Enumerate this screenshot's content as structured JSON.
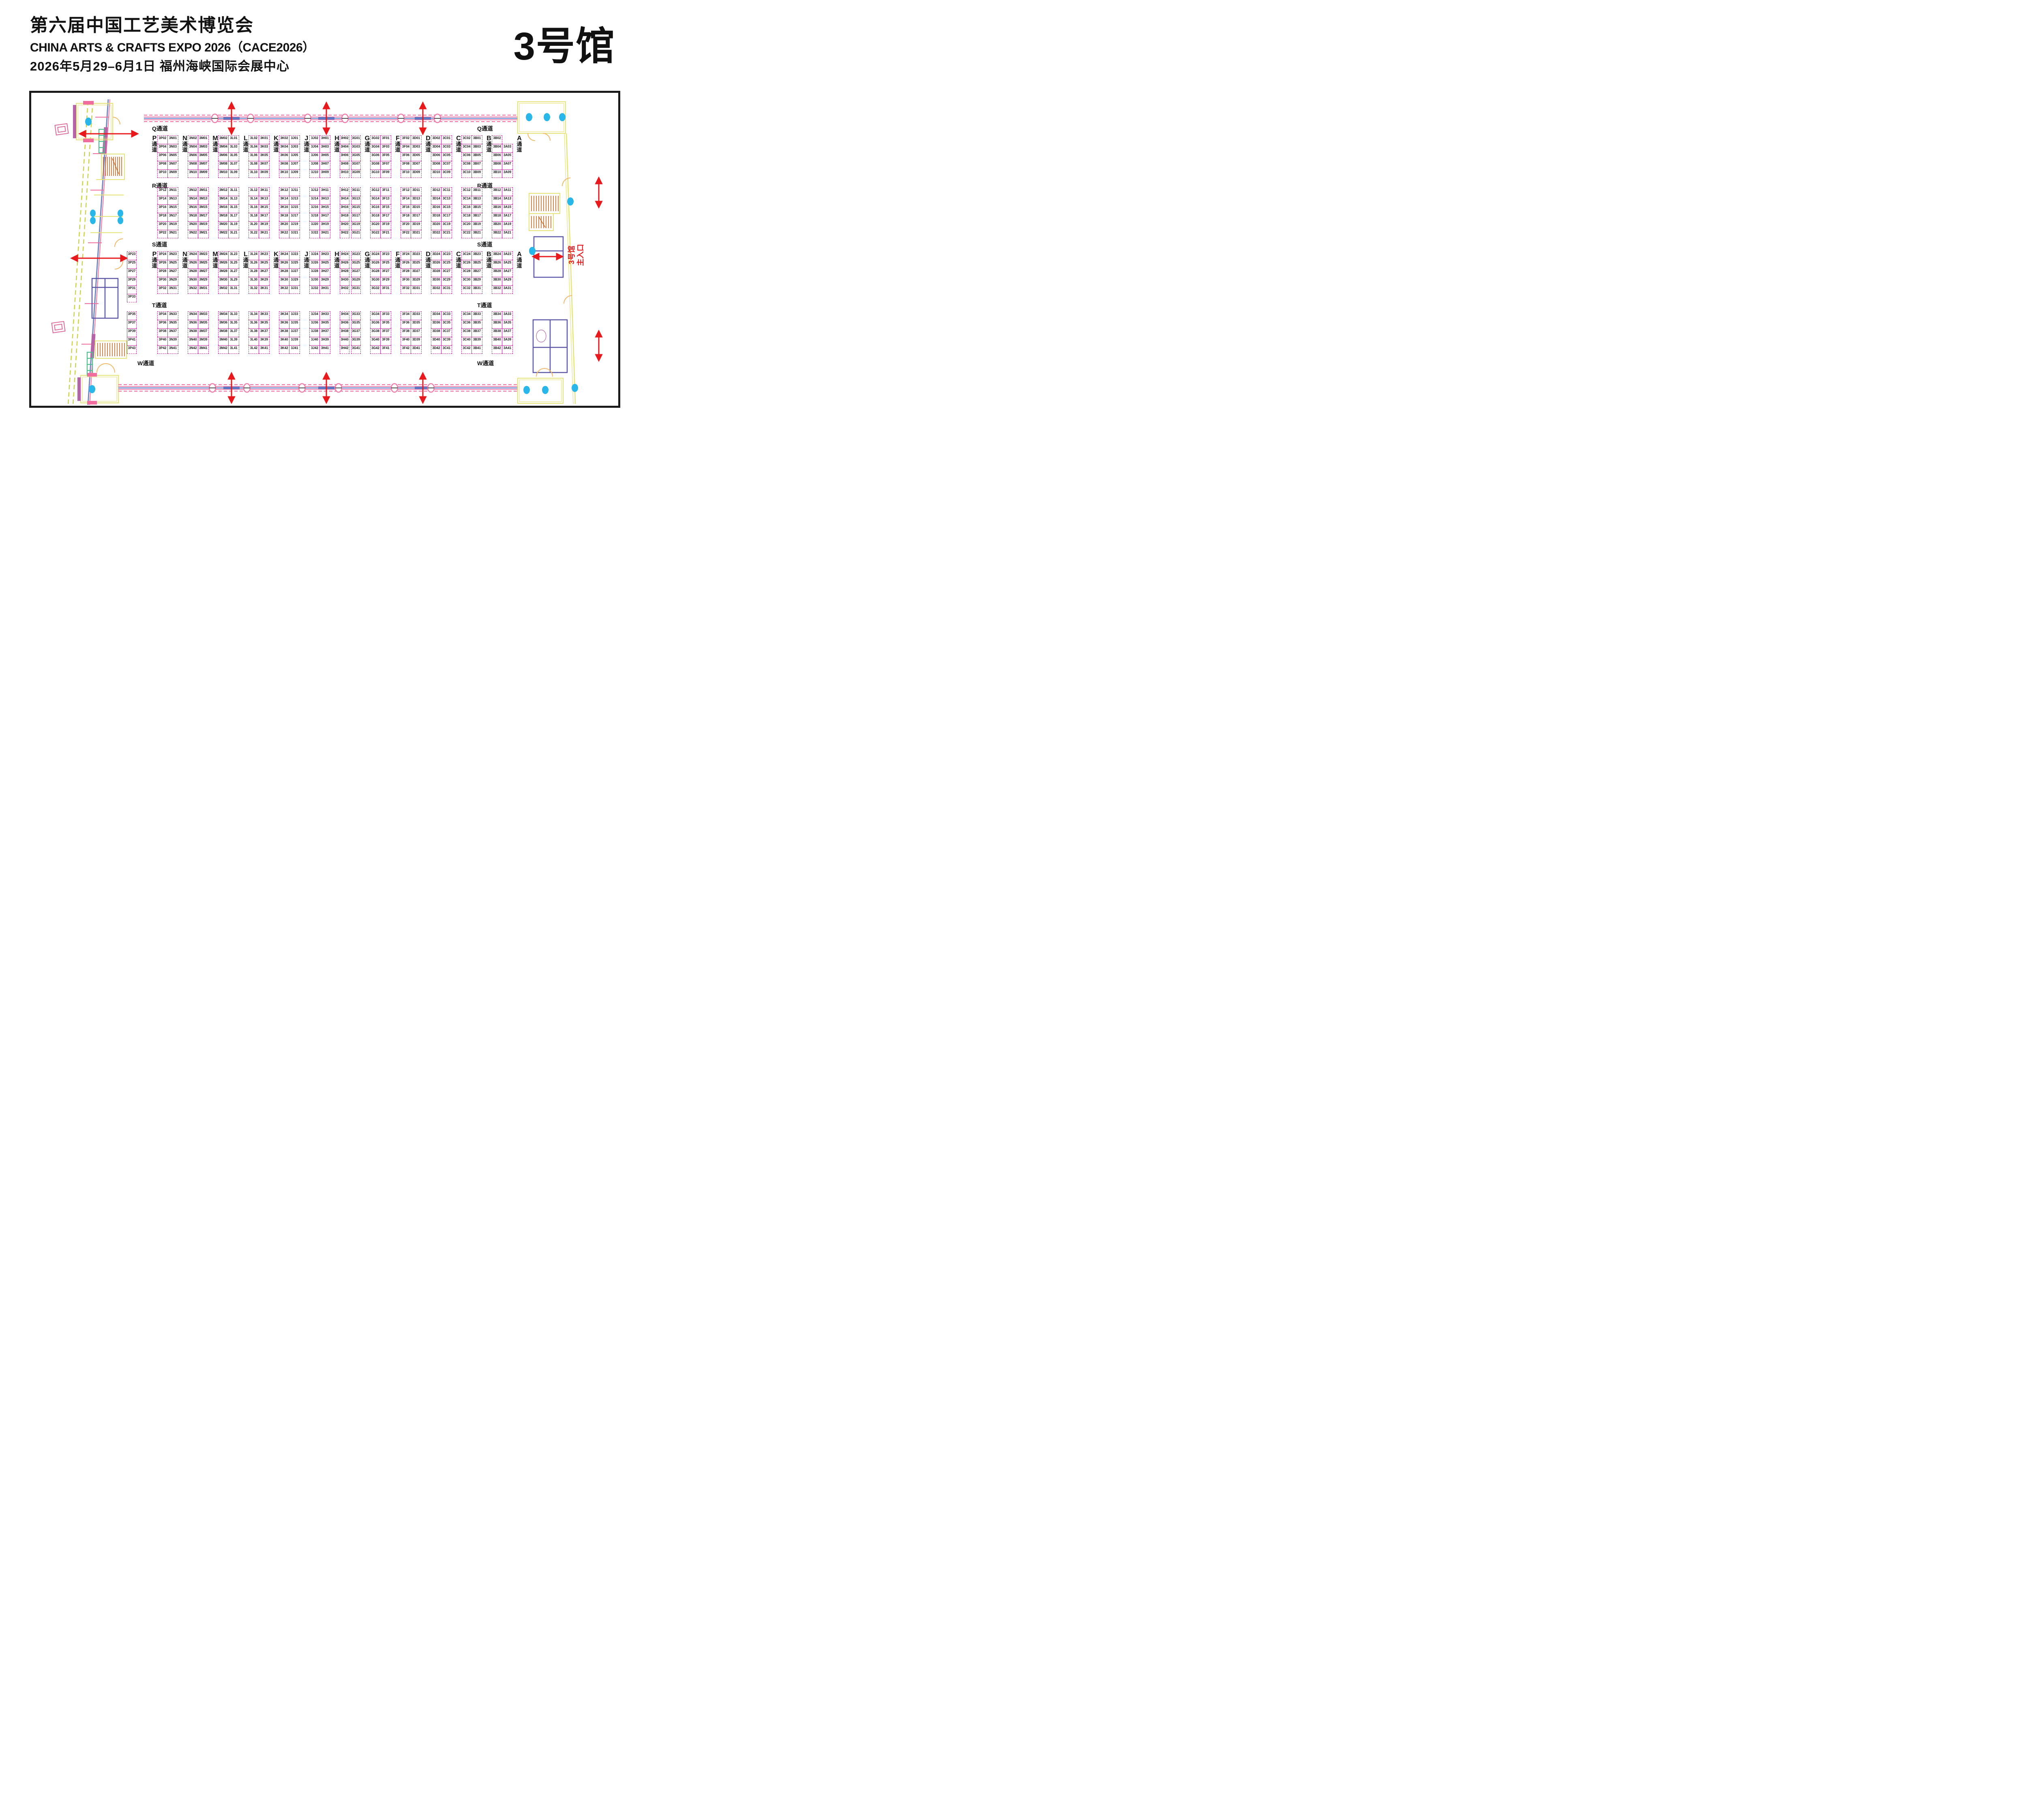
{
  "header": {
    "title_cn": "第六届中国工艺美术博览会",
    "title_en": "CHINA ARTS & CRAFTS EXPO 2026（CACE2026）",
    "date_venue": "2026年5月29–6月1日 福州海峡国际会展中心",
    "hall": "3号馆"
  },
  "colors": {
    "booth_border": "#c4239b",
    "corridor_pink": "#f06d9d",
    "corridor_blue": "#7f9ed6",
    "arrow_red": "#e8191c",
    "wall_yellow": "#e8e27a",
    "wall_navy": "#5a55a5",
    "door_orange": "#f2b96a",
    "stair_orange": "#c8641e",
    "accent_magenta": "#b565a7",
    "dot_cyan": "#29b6e8",
    "ramp_olive": "#ccd24c",
    "stair_green": "#4fbe8e"
  },
  "plan": {
    "entrance_label": {
      "line1": "3号馆",
      "line2": "主入口"
    },
    "aisle_labels": {
      "Q": "Q通道",
      "R": "R通道",
      "S": "S通道",
      "T": "T通道",
      "W": "W通道"
    },
    "right_label": "A通道",
    "left_column": {
      "S": [
        "3P23",
        "3P25",
        "3P27",
        "3P29",
        "3P31",
        "3P33"
      ],
      "T": [
        "3P35",
        "3P37",
        "3P39",
        "3P41",
        "3P43"
      ]
    },
    "groups": [
      {
        "aisle": "P通道",
        "Q": [
          [
            "3P02",
            "3N01"
          ],
          [
            "3P04",
            "3N03"
          ],
          [
            "3P06",
            "3N05"
          ],
          [
            "3P08",
            "3N07"
          ],
          [
            "3P10",
            "3N09"
          ]
        ],
        "R": [
          [
            "3P12",
            "3N11"
          ],
          [
            "3P14",
            "3N13"
          ],
          [
            "3P16",
            "3N15"
          ],
          [
            "3P18",
            "3N17"
          ],
          [
            "3P20",
            "3N19"
          ],
          [
            "3P22",
            "3N21"
          ]
        ],
        "S": [
          [
            "3P24",
            "3N23"
          ],
          [
            "3P26",
            "3N25"
          ],
          [
            "3P28",
            "3N27"
          ],
          [
            "3P30",
            "3N29"
          ],
          [
            "3P32",
            "3N31"
          ]
        ],
        "T": [
          [
            "3P34",
            "3N33"
          ],
          [
            "3P36",
            "3N35"
          ],
          [
            "3P38",
            "3N37"
          ],
          [
            "3P40",
            "3N39"
          ],
          [
            "3P42",
            "3N41"
          ]
        ]
      },
      {
        "aisle": "N通道",
        "Q": [
          [
            "3N02",
            "3M01"
          ],
          [
            "3N04",
            "3M03"
          ],
          [
            "3N06",
            "3M05"
          ],
          [
            "3N08",
            "3M07"
          ],
          [
            "3N10",
            "3M09"
          ]
        ],
        "R": [
          [
            "3N12",
            "3M11"
          ],
          [
            "3N14",
            "3M13"
          ],
          [
            "3N16",
            "3M15"
          ],
          [
            "3N18",
            "3M17"
          ],
          [
            "3N20",
            "3M19"
          ],
          [
            "3N22",
            "3M21"
          ]
        ],
        "S": [
          [
            "3N24",
            "3M23"
          ],
          [
            "3N26",
            "3M25"
          ],
          [
            "3N28",
            "3M27"
          ],
          [
            "3N30",
            "3M29"
          ],
          [
            "3N32",
            "3M31"
          ]
        ],
        "T": [
          [
            "3N34",
            "3M33"
          ],
          [
            "3N36",
            "3M35"
          ],
          [
            "3N38",
            "3M37"
          ],
          [
            "3N40",
            "3M39"
          ],
          [
            "3N42",
            "3M41"
          ]
        ]
      },
      {
        "aisle": "M通道",
        "Q": [
          [
            "3M02",
            "3L01"
          ],
          [
            "3M04",
            "3L03"
          ],
          [
            "3M06",
            "3L05"
          ],
          [
            "3M08",
            "3L07"
          ],
          [
            "3M10",
            "3L09"
          ]
        ],
        "R": [
          [
            "3M12",
            "3L11"
          ],
          [
            "3M14",
            "3L13"
          ],
          [
            "3M16",
            "3L15"
          ],
          [
            "3M18",
            "3L17"
          ],
          [
            "3M20",
            "3L19"
          ],
          [
            "3M22",
            "3L21"
          ]
        ],
        "S": [
          [
            "3M24",
            "3L23"
          ],
          [
            "3M26",
            "3L25"
          ],
          [
            "3M28",
            "3L27"
          ],
          [
            "3M30",
            "3L29"
          ],
          [
            "3M32",
            "3L31"
          ]
        ],
        "T": [
          [
            "3M34",
            "3L33"
          ],
          [
            "3M36",
            "3L35"
          ],
          [
            "3M38",
            "3L37"
          ],
          [
            "3M40",
            "3L39"
          ],
          [
            "3M42",
            "3L41"
          ]
        ]
      },
      {
        "aisle": "L通道",
        "Q": [
          [
            "3L02",
            "3K01"
          ],
          [
            "3L04",
            "3K03"
          ],
          [
            "3L06",
            "3K05"
          ],
          [
            "3L08",
            "3K07"
          ],
          [
            "3L10",
            "3K09"
          ]
        ],
        "R": [
          [
            "3L12",
            "3K11"
          ],
          [
            "3L14",
            "3K13"
          ],
          [
            "3L16",
            "3K15"
          ],
          [
            "3L18",
            "3K17"
          ],
          [
            "3L20",
            "3K19"
          ],
          [
            "3L22",
            "3K21"
          ]
        ],
        "S": [
          [
            "3L24",
            "3K23"
          ],
          [
            "3L26",
            "3K25"
          ],
          [
            "3L28",
            "3K27"
          ],
          [
            "3L30",
            "3K29"
          ],
          [
            "3L32",
            "3K31"
          ]
        ],
        "T": [
          [
            "3L34",
            "3K33"
          ],
          [
            "3L36",
            "3K35"
          ],
          [
            "3L38",
            "3K37"
          ],
          [
            "3L40",
            "3K39"
          ],
          [
            "3L42",
            "3K41"
          ]
        ]
      },
      {
        "aisle": "K通道",
        "Q": [
          [
            "3K02",
            "3J01"
          ],
          [
            "3K04",
            "3J03"
          ],
          [
            "3K06",
            "3J05"
          ],
          [
            "3K08",
            "3J07"
          ],
          [
            "3K10",
            "3J09"
          ]
        ],
        "R": [
          [
            "3K12",
            "3J11"
          ],
          [
            "3K14",
            "3J13"
          ],
          [
            "3K16",
            "3J15"
          ],
          [
            "3K18",
            "3J17"
          ],
          [
            "3K20",
            "3J19"
          ],
          [
            "3K22",
            "3J21"
          ]
        ],
        "S": [
          [
            "3K24",
            "3J23"
          ],
          [
            "3K26",
            "3J25"
          ],
          [
            "3K28",
            "3J27"
          ],
          [
            "3K30",
            "3J29"
          ],
          [
            "3K32",
            "3J31"
          ]
        ],
        "T": [
          [
            "3K34",
            "3J33"
          ],
          [
            "3K36",
            "3J35"
          ],
          [
            "3K38",
            "3J37"
          ],
          [
            "3K40",
            "3J39"
          ],
          [
            "3K42",
            "3J41"
          ]
        ]
      },
      {
        "aisle": "J通道",
        "Q": [
          [
            "3J02",
            "3H01"
          ],
          [
            "3J04",
            "3H03"
          ],
          [
            "3J06",
            "3H05"
          ],
          [
            "3J08",
            "3H07"
          ],
          [
            "3J10",
            "3H09"
          ]
        ],
        "R": [
          [
            "3J12",
            "3H11"
          ],
          [
            "3J14",
            "3H13"
          ],
          [
            "3J16",
            "3H15"
          ],
          [
            "3J18",
            "3H17"
          ],
          [
            "3J20",
            "3H19"
          ],
          [
            "3J22",
            "3H21"
          ]
        ],
        "S": [
          [
            "3J24",
            "3H23"
          ],
          [
            "3J26",
            "3H25"
          ],
          [
            "3J28",
            "3H27"
          ],
          [
            "3J30",
            "3H29"
          ],
          [
            "3J32",
            "3H31"
          ]
        ],
        "T": [
          [
            "3J34",
            "3H33"
          ],
          [
            "3J36",
            "3H35"
          ],
          [
            "3J38",
            "3H37"
          ],
          [
            "3J40",
            "3H39"
          ],
          [
            "3J42",
            "3H41"
          ]
        ]
      },
      {
        "aisle": "H通道",
        "Q": [
          [
            "3H02",
            "3G01"
          ],
          [
            "3H04",
            "3G03"
          ],
          [
            "3H06",
            "3G05"
          ],
          [
            "3H08",
            "3G07"
          ],
          [
            "3H10",
            "3G09"
          ]
        ],
        "R": [
          [
            "3H12",
            "3G11"
          ],
          [
            "3H14",
            "3G13"
          ],
          [
            "3H16",
            "3G15"
          ],
          [
            "3H18",
            "3G17"
          ],
          [
            "3H20",
            "3G19"
          ],
          [
            "3H22",
            "3G21"
          ]
        ],
        "S": [
          [
            "3H24",
            "3G23"
          ],
          [
            "3H26",
            "3G25"
          ],
          [
            "3H28",
            "3G27"
          ],
          [
            "3H30",
            "3G29"
          ],
          [
            "3H32",
            "3G31"
          ]
        ],
        "T": [
          [
            "3H34",
            "3G33"
          ],
          [
            "3H36",
            "3G35"
          ],
          [
            "3H38",
            "3G37"
          ],
          [
            "3H40",
            "3G39"
          ],
          [
            "3H42",
            "3G41"
          ]
        ]
      },
      {
        "aisle": "G通道",
        "Q": [
          [
            "3G02",
            "3F01"
          ],
          [
            "3G04",
            "3F03"
          ],
          [
            "3G06",
            "3F05"
          ],
          [
            "3G08",
            "3F07"
          ],
          [
            "3G10",
            "3F09"
          ]
        ],
        "R": [
          [
            "3G12",
            "3F11"
          ],
          [
            "3G14",
            "3F13"
          ],
          [
            "3G16",
            "3F15"
          ],
          [
            "3G18",
            "3F17"
          ],
          [
            "3G20",
            "3F19"
          ],
          [
            "3G22",
            "3F21"
          ]
        ],
        "S": [
          [
            "3G24",
            "3F23"
          ],
          [
            "3G26",
            "3F25"
          ],
          [
            "3G28",
            "3F27"
          ],
          [
            "3G30",
            "3F29"
          ],
          [
            "3G32",
            "3F31"
          ]
        ],
        "T": [
          [
            "3G34",
            "3F33"
          ],
          [
            "3G36",
            "3F35"
          ],
          [
            "3G38",
            "3F37"
          ],
          [
            "3G40",
            "3F39"
          ],
          [
            "3G42",
            "3F41"
          ]
        ]
      },
      {
        "aisle": "F通道",
        "Q": [
          [
            "3F02",
            "3D01"
          ],
          [
            "3F04",
            "3D03"
          ],
          [
            "3F06",
            "3D05"
          ],
          [
            "3F08",
            "3D07"
          ],
          [
            "3F10",
            "3D09"
          ]
        ],
        "R": [
          [
            "3F12",
            "3D11"
          ],
          [
            "3F14",
            "3D13"
          ],
          [
            "3F16",
            "3D15"
          ],
          [
            "3F18",
            "3D17"
          ],
          [
            "3F20",
            "3D19"
          ],
          [
            "3F22",
            "3D21"
          ]
        ],
        "S": [
          [
            "3F24",
            "3D23"
          ],
          [
            "3F26",
            "3D25"
          ],
          [
            "3F28",
            "3D27"
          ],
          [
            "3F30",
            "3D29"
          ],
          [
            "3F32",
            "3D31"
          ]
        ],
        "T": [
          [
            "3F34",
            "3D33"
          ],
          [
            "3F36",
            "3D35"
          ],
          [
            "3F38",
            "3D37"
          ],
          [
            "3F40",
            "3D39"
          ],
          [
            "3F42",
            "3D41"
          ]
        ]
      },
      {
        "aisle": "D通道",
        "Q": [
          [
            "3D02",
            "3C01"
          ],
          [
            "3D04",
            "3C03"
          ],
          [
            "3D06",
            "3C05"
          ],
          [
            "3D08",
            "3C07"
          ],
          [
            "3D10",
            "3C09"
          ]
        ],
        "R": [
          [
            "3D12",
            "3C11"
          ],
          [
            "3D14",
            "3C13"
          ],
          [
            "3D16",
            "3C15"
          ],
          [
            "3D18",
            "3C17"
          ],
          [
            "3D20",
            "3C19"
          ],
          [
            "3D22",
            "3C21"
          ]
        ],
        "S": [
          [
            "3D24",
            "3C23"
          ],
          [
            "3D26",
            "3C25"
          ],
          [
            "3D28",
            "3C27"
          ],
          [
            "3D30",
            "3C29"
          ],
          [
            "3D32",
            "3C31"
          ]
        ],
        "T": [
          [
            "3D34",
            "3C33"
          ],
          [
            "3D36",
            "3C35"
          ],
          [
            "3D38",
            "3C37"
          ],
          [
            "3D40",
            "3C39"
          ],
          [
            "3D42",
            "3C41"
          ]
        ]
      },
      {
        "aisle": "C通道",
        "Q": [
          [
            "3C02",
            "3B01"
          ],
          [
            "3C04",
            "3B03"
          ],
          [
            "3C06",
            "3B05"
          ],
          [
            "3C08",
            "3B07"
          ],
          [
            "3C10",
            "3B09"
          ]
        ],
        "R": [
          [
            "3C12",
            "3B11"
          ],
          [
            "3C14",
            "3B13"
          ],
          [
            "3C16",
            "3B15"
          ],
          [
            "3C18",
            "3B17"
          ],
          [
            "3C20",
            "3B19"
          ],
          [
            "3C22",
            "3B21"
          ]
        ],
        "S": [
          [
            "3C24",
            "3B23"
          ],
          [
            "3C26",
            "3B25"
          ],
          [
            "3C28",
            "3B27"
          ],
          [
            "3C30",
            "3B29"
          ],
          [
            "3C32",
            "3B31"
          ]
        ],
        "T": [
          [
            "3C34",
            "3B33"
          ],
          [
            "3C36",
            "3B35"
          ],
          [
            "3C38",
            "3B37"
          ],
          [
            "3C40",
            "3B39"
          ],
          [
            "3C42",
            "3B41"
          ]
        ]
      },
      {
        "aisle": "B通道",
        "Q": [
          [
            "3B02",
            ""
          ],
          [
            "3B04",
            "3A03"
          ],
          [
            "3B06",
            "3A05"
          ],
          [
            "3B08",
            "3A07"
          ],
          [
            "3B10",
            "3A09"
          ]
        ],
        "R": [
          [
            "3B12",
            "3A11"
          ],
          [
            "3B14",
            "3A13"
          ],
          [
            "3B16",
            "3A15"
          ],
          [
            "3B18",
            "3A17"
          ],
          [
            "3B20",
            "3A19"
          ],
          [
            "3B22",
            "3A21"
          ]
        ],
        "S": [
          [
            "3B24",
            "3A23"
          ],
          [
            "3B26",
            "3A25"
          ],
          [
            "3B28",
            "3A27"
          ],
          [
            "3B30",
            "3A29"
          ],
          [
            "3B32",
            "3A31"
          ]
        ],
        "T": [
          [
            "3B34",
            "3A33"
          ],
          [
            "3B36",
            "3A35"
          ],
          [
            "3B38",
            "3A37"
          ],
          [
            "3B40",
            "3A39"
          ],
          [
            "3B42",
            "3A41"
          ]
        ]
      }
    ]
  }
}
